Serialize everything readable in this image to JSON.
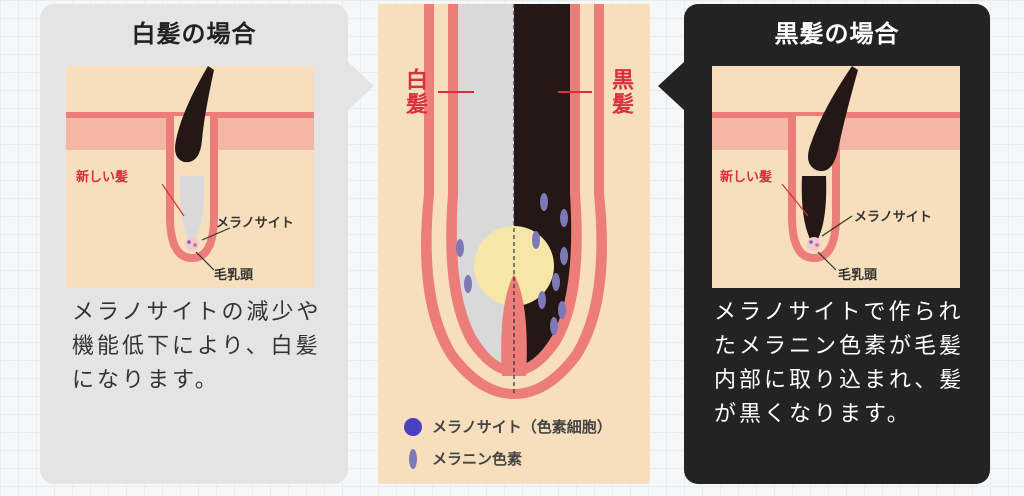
{
  "colors": {
    "skin": "#f7dfbd",
    "skin_pink": "#f4b7a6",
    "wall": "#ec7d79",
    "white_hair": "#d9d9d9",
    "black_hair": "#231815",
    "papilla": "#f6e6a8",
    "melanocyte": "#4a3fbf",
    "melanin": "#7e79b6",
    "label_red": "#d9303a"
  },
  "white_hair_panel": {
    "title": "白髪の場合",
    "labels": {
      "new_hair": "新しい髪",
      "melanocyte": "メラノサイト",
      "papilla": "毛乳頭"
    },
    "description": "メラノサイトの減少や機能低下により、白髪になります。"
  },
  "center": {
    "left_label": "白髪",
    "right_label": "黒髪",
    "legend": [
      {
        "icon": "melanocyte-dot",
        "label": "メラノサイト（色素細胞）"
      },
      {
        "icon": "melanin-granule",
        "label": "メラニン色素"
      }
    ]
  },
  "black_hair_panel": {
    "title": "黒髪の場合",
    "labels": {
      "new_hair": "新しい髪",
      "melanocyte": "メラノサイト",
      "papilla": "毛乳頭"
    },
    "description": "メラノサイトで作られたメラニン色素が毛髪内部に取り込まれ、髪が黒くなります。"
  }
}
